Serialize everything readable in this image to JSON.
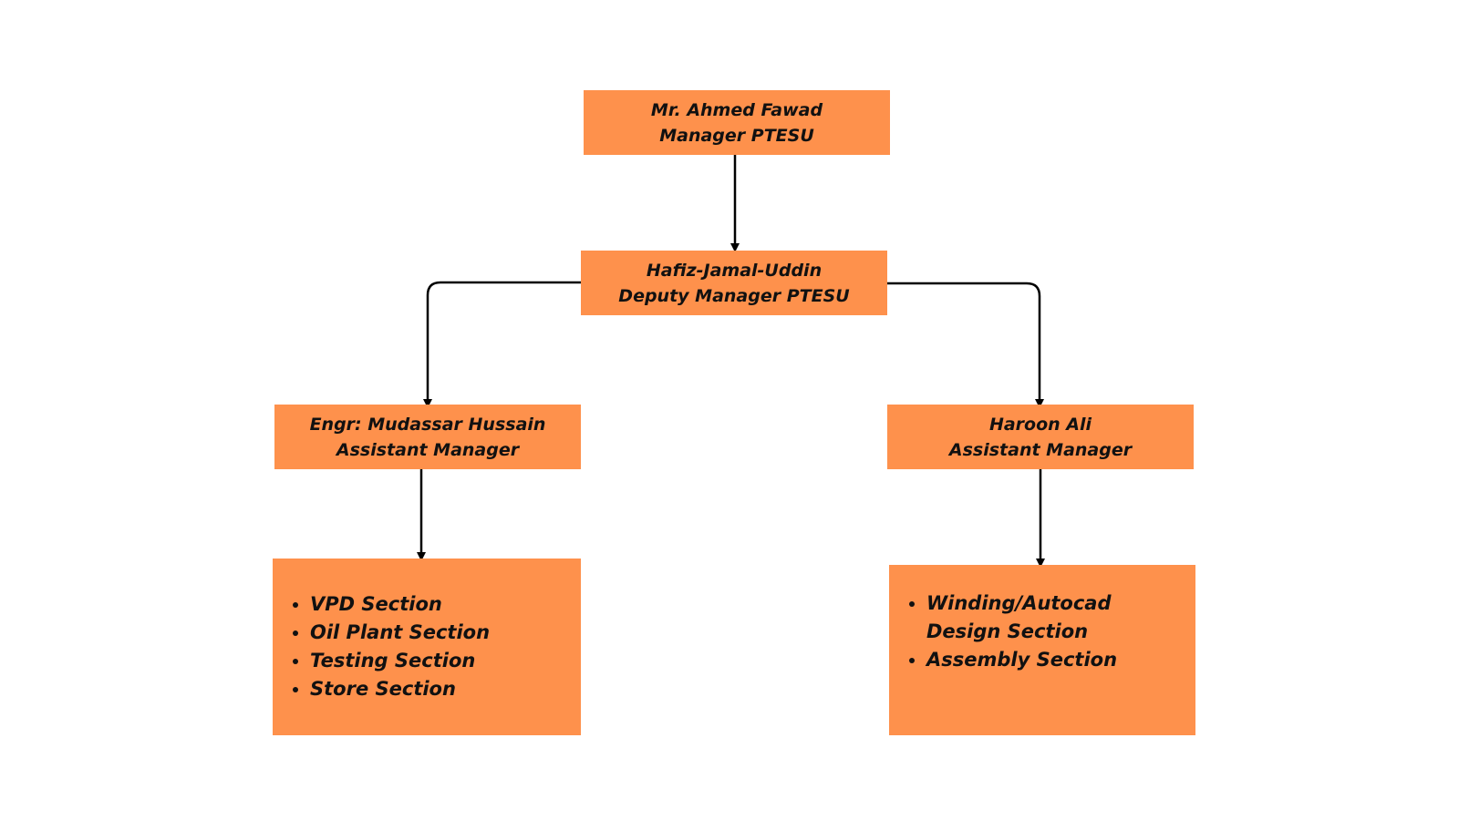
{
  "diagram": {
    "nodes": {
      "manager": {
        "name": "Mr. Ahmed Fawad",
        "title": "Manager PTESU"
      },
      "deputy": {
        "name": "Hafiz-Jamal-Uddin",
        "title": "Deputy Manager PTESU"
      },
      "asst_left": {
        "name": "Engr: Mudassar Hussain",
        "title": "Assistant Manager"
      },
      "asst_right": {
        "name": "Haroon Ali",
        "title": "Assistant Manager"
      }
    },
    "sections_left": [
      "VPD Section",
      "Oil Plant Section",
      "Testing Section",
      "Store Section"
    ],
    "sections_right": [
      "Winding/Autocad Design Section",
      "Assembly Section"
    ],
    "edges": [
      {
        "from": "manager",
        "to": "deputy"
      },
      {
        "from": "deputy",
        "to": "asst_left"
      },
      {
        "from": "deputy",
        "to": "asst_right"
      },
      {
        "from": "asst_left",
        "to": "sections_left"
      },
      {
        "from": "asst_right",
        "to": "sections_right"
      }
    ],
    "colors": {
      "box_fill": "#fe914c",
      "connector": "#000000",
      "text": "#111111"
    }
  }
}
